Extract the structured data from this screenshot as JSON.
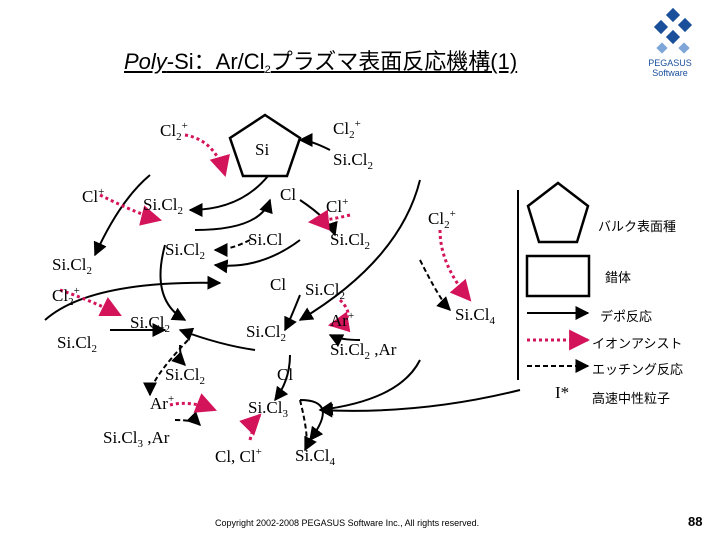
{
  "title": {
    "prefix": "Poly",
    "rest": "-Si：Ar/Cl",
    "sub": "2",
    "tail": "プラズマ表面反応機構(1)"
  },
  "logo": {
    "line1": "PEGASUS",
    "line2": "Software"
  },
  "nodes": {
    "si": "Si",
    "cl2p_top": "Cl",
    "cl2p_top_sub": "2",
    "cl2p_top_sup": "+",
    "sicl2_top": "Si.Cl",
    "sicl2_top_sub": "2",
    "cl2p_left": "Cl",
    "cl2p_left_sub": "2",
    "cl2p_left_sup": "+",
    "clp_left": "Cl",
    "clp_left_sup": "+",
    "sicl2_mid": "Si.Cl",
    "sicl2_mid_sub": "2",
    "cl_center": "Cl",
    "clp_center": "Cl",
    "clp_center_sup": "+",
    "cl2p_right": "Cl",
    "cl2p_right_sub": "2",
    "cl2p_right_sup": "+",
    "sicl2_left": "Si.Cl",
    "sicl2_left_sub": "2",
    "sicl2_inner": "Si.Cl",
    "sicl2_inner_sub": "2",
    "sicl": "Si.Cl",
    "sicl2_right": "Si.Cl",
    "sicl2_right_sub": "2",
    "cl_mid": "Cl",
    "sicl2_mid2": "Si.Cl",
    "sicl2_mid2_sub": "2",
    "cl2p_left2": "Cl",
    "cl2p_left2_sub": "2",
    "cl2p_left2_sup": "+",
    "sicl2_far": "Si.Cl",
    "sicl2_far_sub": "2",
    "sicl2_box1": "Si.Cl",
    "sicl2_box1_sub": "2",
    "sicl2_box2": "Si.Cl",
    "sicl2_box2_sub": "2",
    "arp_mid": "Ar",
    "arp_mid_sup": "+",
    "sicl4_right": "Si.Cl",
    "sicl4_right_sub": "4",
    "sicl2ar": "Si.Cl",
    "sicl2ar_sub": "2",
    "sicl2ar_tail": " ,Ar",
    "sicl2_low": "Si.Cl",
    "sicl2_low_sub": "2",
    "cl_low": "Cl",
    "arp_low": "Ar",
    "arp_low_sup": "+",
    "sicl3": "Si.Cl",
    "sicl3_sub": "3",
    "sicl3ar": "Si.Cl",
    "sicl3ar_sub": "3",
    "sicl3ar_tail": " ,Ar",
    "clclp": "Cl, Cl",
    "clclp_sup": "+",
    "sicl4_bottom": "Si.Cl",
    "sicl4_bottom_sub": "4"
  },
  "legend": {
    "bulk": "バルク表面種",
    "complex": "錯体",
    "depo": "デポ反応",
    "ion": "イオンアシスト",
    "etch": "エッチング反応",
    "istar": "I*",
    "neutral": "高速中性粒子"
  },
  "footer": "Copyright 2002-2008 PEGASUS Software Inc., All rights reserved.",
  "page": "88",
  "colors": {
    "ion_arrow": "#d4145a",
    "arrow": "#000000",
    "logo": "#1a4f9c"
  }
}
